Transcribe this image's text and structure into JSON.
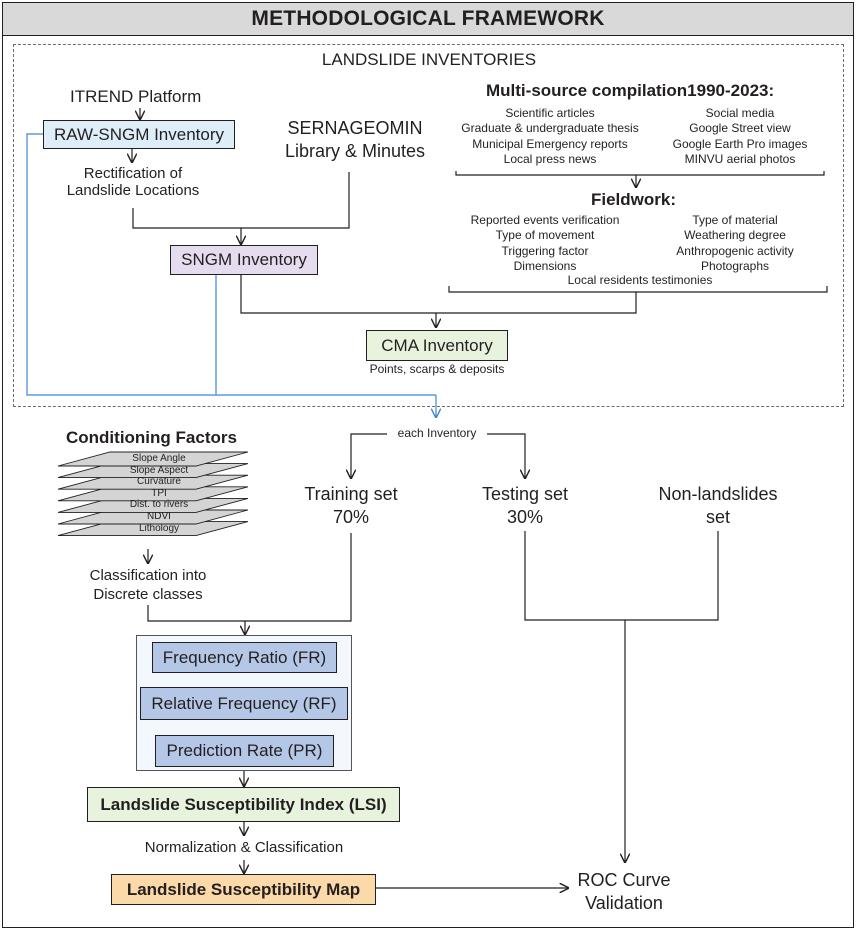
{
  "title": "METHODOLOGICAL FRAMEWORK",
  "inventories": {
    "heading": "LANDSLIDE INVENTORIES",
    "itrend": "ITREND Platform",
    "raw_sngm": "RAW-SNGM Inventory",
    "rectification": [
      "Rectification of",
      "Landslide Locations"
    ],
    "sernageomin": [
      "SERNAGEOMIN",
      "Library & Minutes"
    ],
    "sngm": "SNGM Inventory",
    "cma": "CMA Inventory",
    "cma_caption": "Points, scarps & deposits",
    "multisource_heading": "Multi-source compilation1990-2023:",
    "multisource_left": [
      "Scientific articles",
      "Graduate & undergraduate thesis",
      "Municipal Emergency reports",
      "Local press news"
    ],
    "multisource_right": [
      "Social media",
      "Google Street view",
      "Google Earth Pro images",
      "MINVU aerial photos"
    ],
    "fieldwork_heading": "Fieldwork:",
    "fieldwork_left": [
      "Reported events verification",
      "Type of movement",
      "Triggering factor",
      "Dimensions"
    ],
    "fieldwork_right": [
      "Type of material",
      "Weathering degree",
      "Anthropogenic activity",
      "Photographs"
    ],
    "fieldwork_bottom": "Local residents testimonies"
  },
  "conditioning": {
    "heading": "Conditioning Factors",
    "layers": [
      "Slope Angle",
      "Slope Aspect",
      "Curvature",
      "TPI",
      "Dist. to rivers",
      "NDVI",
      "Lithology"
    ],
    "classification": [
      "Classification into",
      "Discrete classes"
    ]
  },
  "split": {
    "each_inventory": "each Inventory",
    "training": [
      "Training set",
      "70%"
    ],
    "testing": [
      "Testing set",
      "30%"
    ],
    "nonlandslides": [
      "Non-landslides",
      "set"
    ]
  },
  "methods": {
    "fr": "Frequency Ratio (FR)",
    "rf": "Relative Frequency (RF)",
    "pr": "Prediction Rate (PR)"
  },
  "lsi": "Landslide Susceptibility Index (LSI)",
  "normalization": "Normalization & Classification",
  "map": "Landslide Susceptibility Map",
  "roc": [
    "ROC Curve",
    "Validation"
  ],
  "colors": {
    "title_bg": "#d9d9d9",
    "raw_sngm_fill": "#ddeef9",
    "sngm_fill": "#e6dcef",
    "cma_fill": "#e8f3dd",
    "method_fill": "#b4c7e7",
    "method_panel": "#f2f8fd",
    "lsi_fill": "#e8f3dd",
    "map_fill": "#fcd9a8",
    "blue_line": "#3f87d6",
    "layer_fill": "#d4d4d4"
  }
}
